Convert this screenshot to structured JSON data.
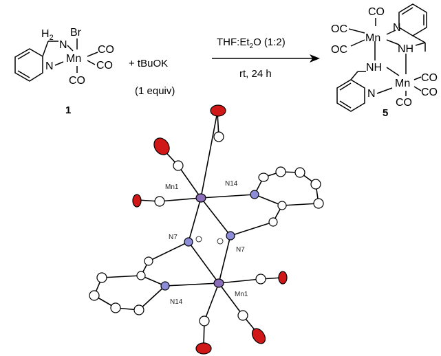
{
  "scheme": {
    "compound1": {
      "h2": "H",
      "h2_sub": "2",
      "n": "N",
      "br": "Br",
      "mn": "Mn",
      "co_a": "CO",
      "co_b": "CO",
      "co_c": "CO",
      "py_n": "N",
      "number": "1"
    },
    "reagent": {
      "text": "+ tBuOK",
      "equiv": "(1 equiv)"
    },
    "conditions": {
      "solvent_a": "THF:Et",
      "solvent_sub": "2",
      "solvent_b": "O (1:2)",
      "time": "rt, 24 h"
    },
    "compound5": {
      "oc_1": "OC",
      "oc_2": "OC",
      "co_top": "CO",
      "mn_top": "Mn",
      "n_py_top": "N",
      "nh_right": "NH",
      "nh_left": "NH",
      "mn_bot": "Mn",
      "n_py_bot": "N",
      "co_r1": "CO",
      "co_r2": "CO",
      "co_bot": "CO",
      "number": "5"
    }
  },
  "crystal_labels": {
    "mn1_top": "Mn1",
    "n14_top": "N14",
    "n7_left": "N7",
    "n7_right": "N7",
    "n14_bot": "N14",
    "mn1_bot": "Mn1"
  },
  "colors": {
    "oxygen": "#d01818",
    "nitrogen": "#8c8cd8",
    "manganese": "#8a6fb8",
    "carbon": "#ffffff",
    "hydrogen": "#ffffff"
  }
}
